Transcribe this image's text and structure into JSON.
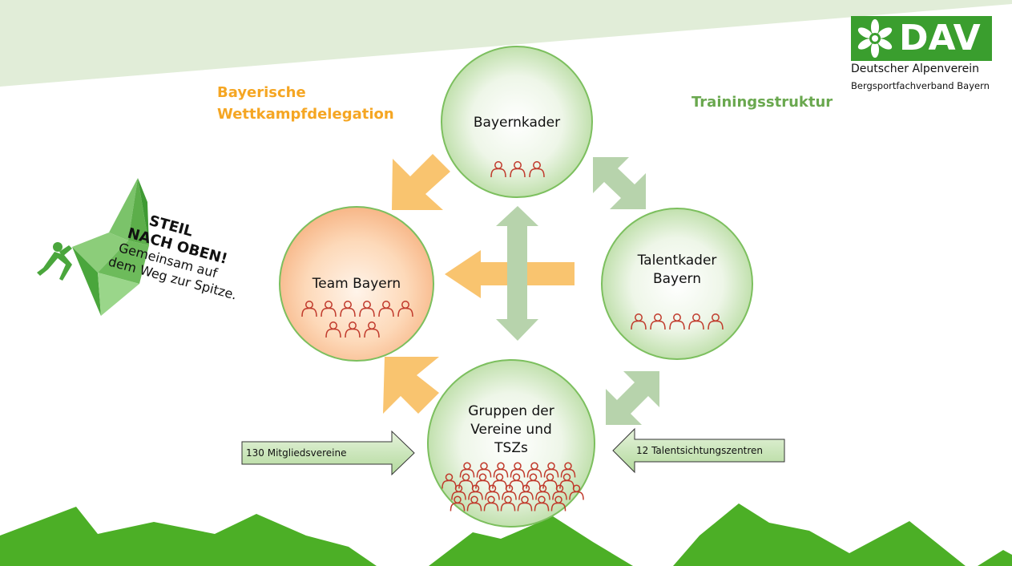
{
  "headings": {
    "left": [
      "Bayerische",
      "Wettkampfdelegation"
    ],
    "right": "Trainingsstruktur"
  },
  "logo": {
    "abbr": "DAV",
    "name": "Deutscher Alpenverein",
    "sub": "Bergsportfachverband Bayern"
  },
  "badge": {
    "line1": "STEIL",
    "line2": "NACH OBEN!",
    "line3": "Gemeinsam auf",
    "line4": "dem Weg zur Spitze."
  },
  "nodes": {
    "bayernkader": {
      "label": "Bayernkader",
      "people": 3
    },
    "talentkader": {
      "label": [
        "Talentkader",
        "Bayern"
      ],
      "people": 5
    },
    "team_bayern": {
      "label": "Team Bayern",
      "people": 9
    },
    "gruppen": {
      "label": [
        "Gruppen der",
        "Vereine und",
        "TSZs"
      ],
      "people": 30
    }
  },
  "inputs": {
    "left": "130 Mitgliedsvereine",
    "right": "12 Talentsichtungszentren"
  },
  "colors": {
    "orange": "#f5a623",
    "green_text": "#6aa84f",
    "dav_green": "#3a9e2e",
    "mountain": "#4caf26",
    "arrow_orange": "#f9c46f",
    "arrow_green": "#b7d3ac",
    "person": "#c0392b"
  }
}
